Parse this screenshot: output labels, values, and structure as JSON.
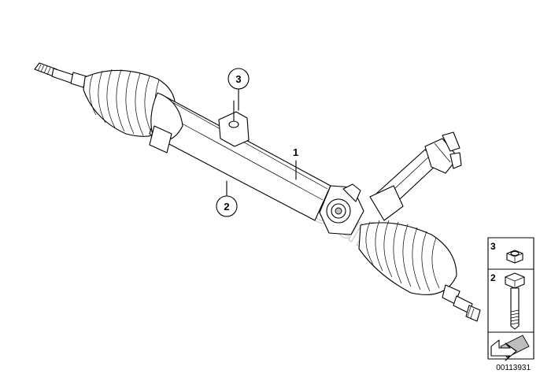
{
  "watermark": "www.BMWstuff.pl",
  "callouts": [
    {
      "number": "1"
    },
    {
      "number": "2"
    },
    {
      "number": "3"
    }
  ],
  "legend": {
    "items": [
      {
        "number": "3",
        "icon": "hex-nut-icon"
      },
      {
        "number": "2",
        "icon": "hex-bolt-icon"
      }
    ],
    "arrow_icon": "direction-arrow-icon"
  },
  "diagram_code": "00113931",
  "colors": {
    "line": "#000000",
    "shade": "#bdbdbd",
    "watermark": "#c8c8c8"
  }
}
